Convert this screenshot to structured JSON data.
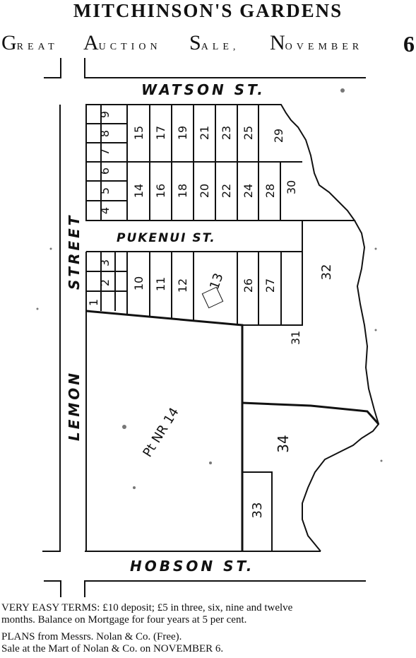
{
  "title": "MITCHINSON'S GARDENS",
  "subtitle": {
    "parts": [
      {
        "big": "G",
        "small": "REAT"
      },
      {
        "big": "A",
        "small": "UCTION"
      },
      {
        "big": "S",
        "small": "ALE,"
      },
      {
        "big": "N",
        "small": "OVEMBER"
      }
    ],
    "number": "6"
  },
  "streets": {
    "watson": "WATSON ST.",
    "pukenui": "PUKENUI ST.",
    "lemon": "LEMON",
    "street": "STREET",
    "hobson": "HOBSON ST."
  },
  "lots": {
    "n1": "1",
    "n2": "2",
    "n3": "3",
    "n4": "4",
    "n5": "5",
    "n6": "6",
    "n7": "7",
    "n8": "8",
    "n9": "9",
    "n10": "10",
    "n11": "11",
    "n12": "12",
    "n13": "13",
    "n14": "14",
    "n15": "15",
    "n16": "16",
    "n17": "17",
    "n18": "18",
    "n19": "19",
    "n20": "20",
    "n21": "21",
    "n22": "22",
    "n23": "23",
    "n24": "24",
    "n25": "25",
    "n26": "26",
    "n27": "27",
    "n28": "28",
    "n29": "29",
    "n30": "30",
    "n31": "31",
    "n32": "32",
    "n33": "33",
    "n34": "34"
  },
  "reserve_label": "Pt NR 14",
  "footer": {
    "line1": "VERY EASY TERMS: £10 deposit; £5 in three, six, nine and twelve",
    "line2": "months. Balance on Mortgage for four years at 5 per cent.",
    "line3": "PLANS from Messrs. Nolan & Co. (Free).",
    "line4": "Sale at the Mart of Nolan & Co. on NOVEMBER 6."
  }
}
